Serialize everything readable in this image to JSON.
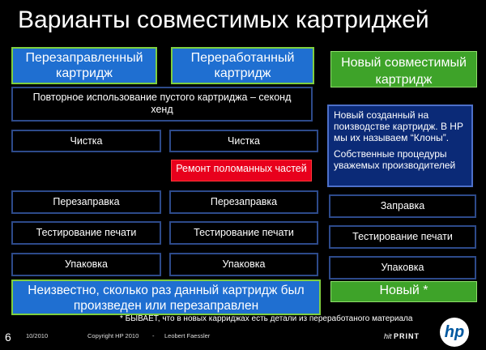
{
  "title": "Варианты совместимых картриджей",
  "columns": {
    "refilled": {
      "header": "Перезаправленный картридж"
    },
    "remanufactured": {
      "header": "Переработанный картридж"
    },
    "new_compatible": {
      "header": "Новый совместимый картридж"
    }
  },
  "shared_row": "Повторное использование пустого картриджа – секонд хенд",
  "description": {
    "p1": "Новый созданный на поизводстве картридж. В HP мы их называем “Клоны”.",
    "p2": "Собственные процедуры уважемых производителей"
  },
  "col1_steps": [
    "Чистка",
    "Перезаправка",
    "Тестирование печати",
    "Упаковка"
  ],
  "col2_steps": [
    "Чистка",
    "Ремонт поломанных частей",
    "Перезаправка",
    "Тестирование печати",
    "Упаковка"
  ],
  "col3_steps": [
    "Заправка",
    "Тестирование печати",
    "Упаковка"
  ],
  "bottom_left": "Неизвестно, сколько раз данный картридж был произведен или перезаправлен",
  "bottom_right": "Новый *",
  "footnote": "* БЫВАЕТ, что в новых карриджах есть детали из переработаного материала",
  "footer": {
    "page_number": "6",
    "date": "10/2010",
    "copyright": "Copyright HP 2010",
    "separator": "-",
    "author": "Leobert Faessler",
    "brand_prefix": "hit",
    "brand": "PRINT",
    "logo_text": "hp"
  },
  "colors": {
    "header_blue": "#1f6fd1",
    "header_green": "#3ea329",
    "red": "#e8001c",
    "desc_blue": "#0b2a77"
  }
}
